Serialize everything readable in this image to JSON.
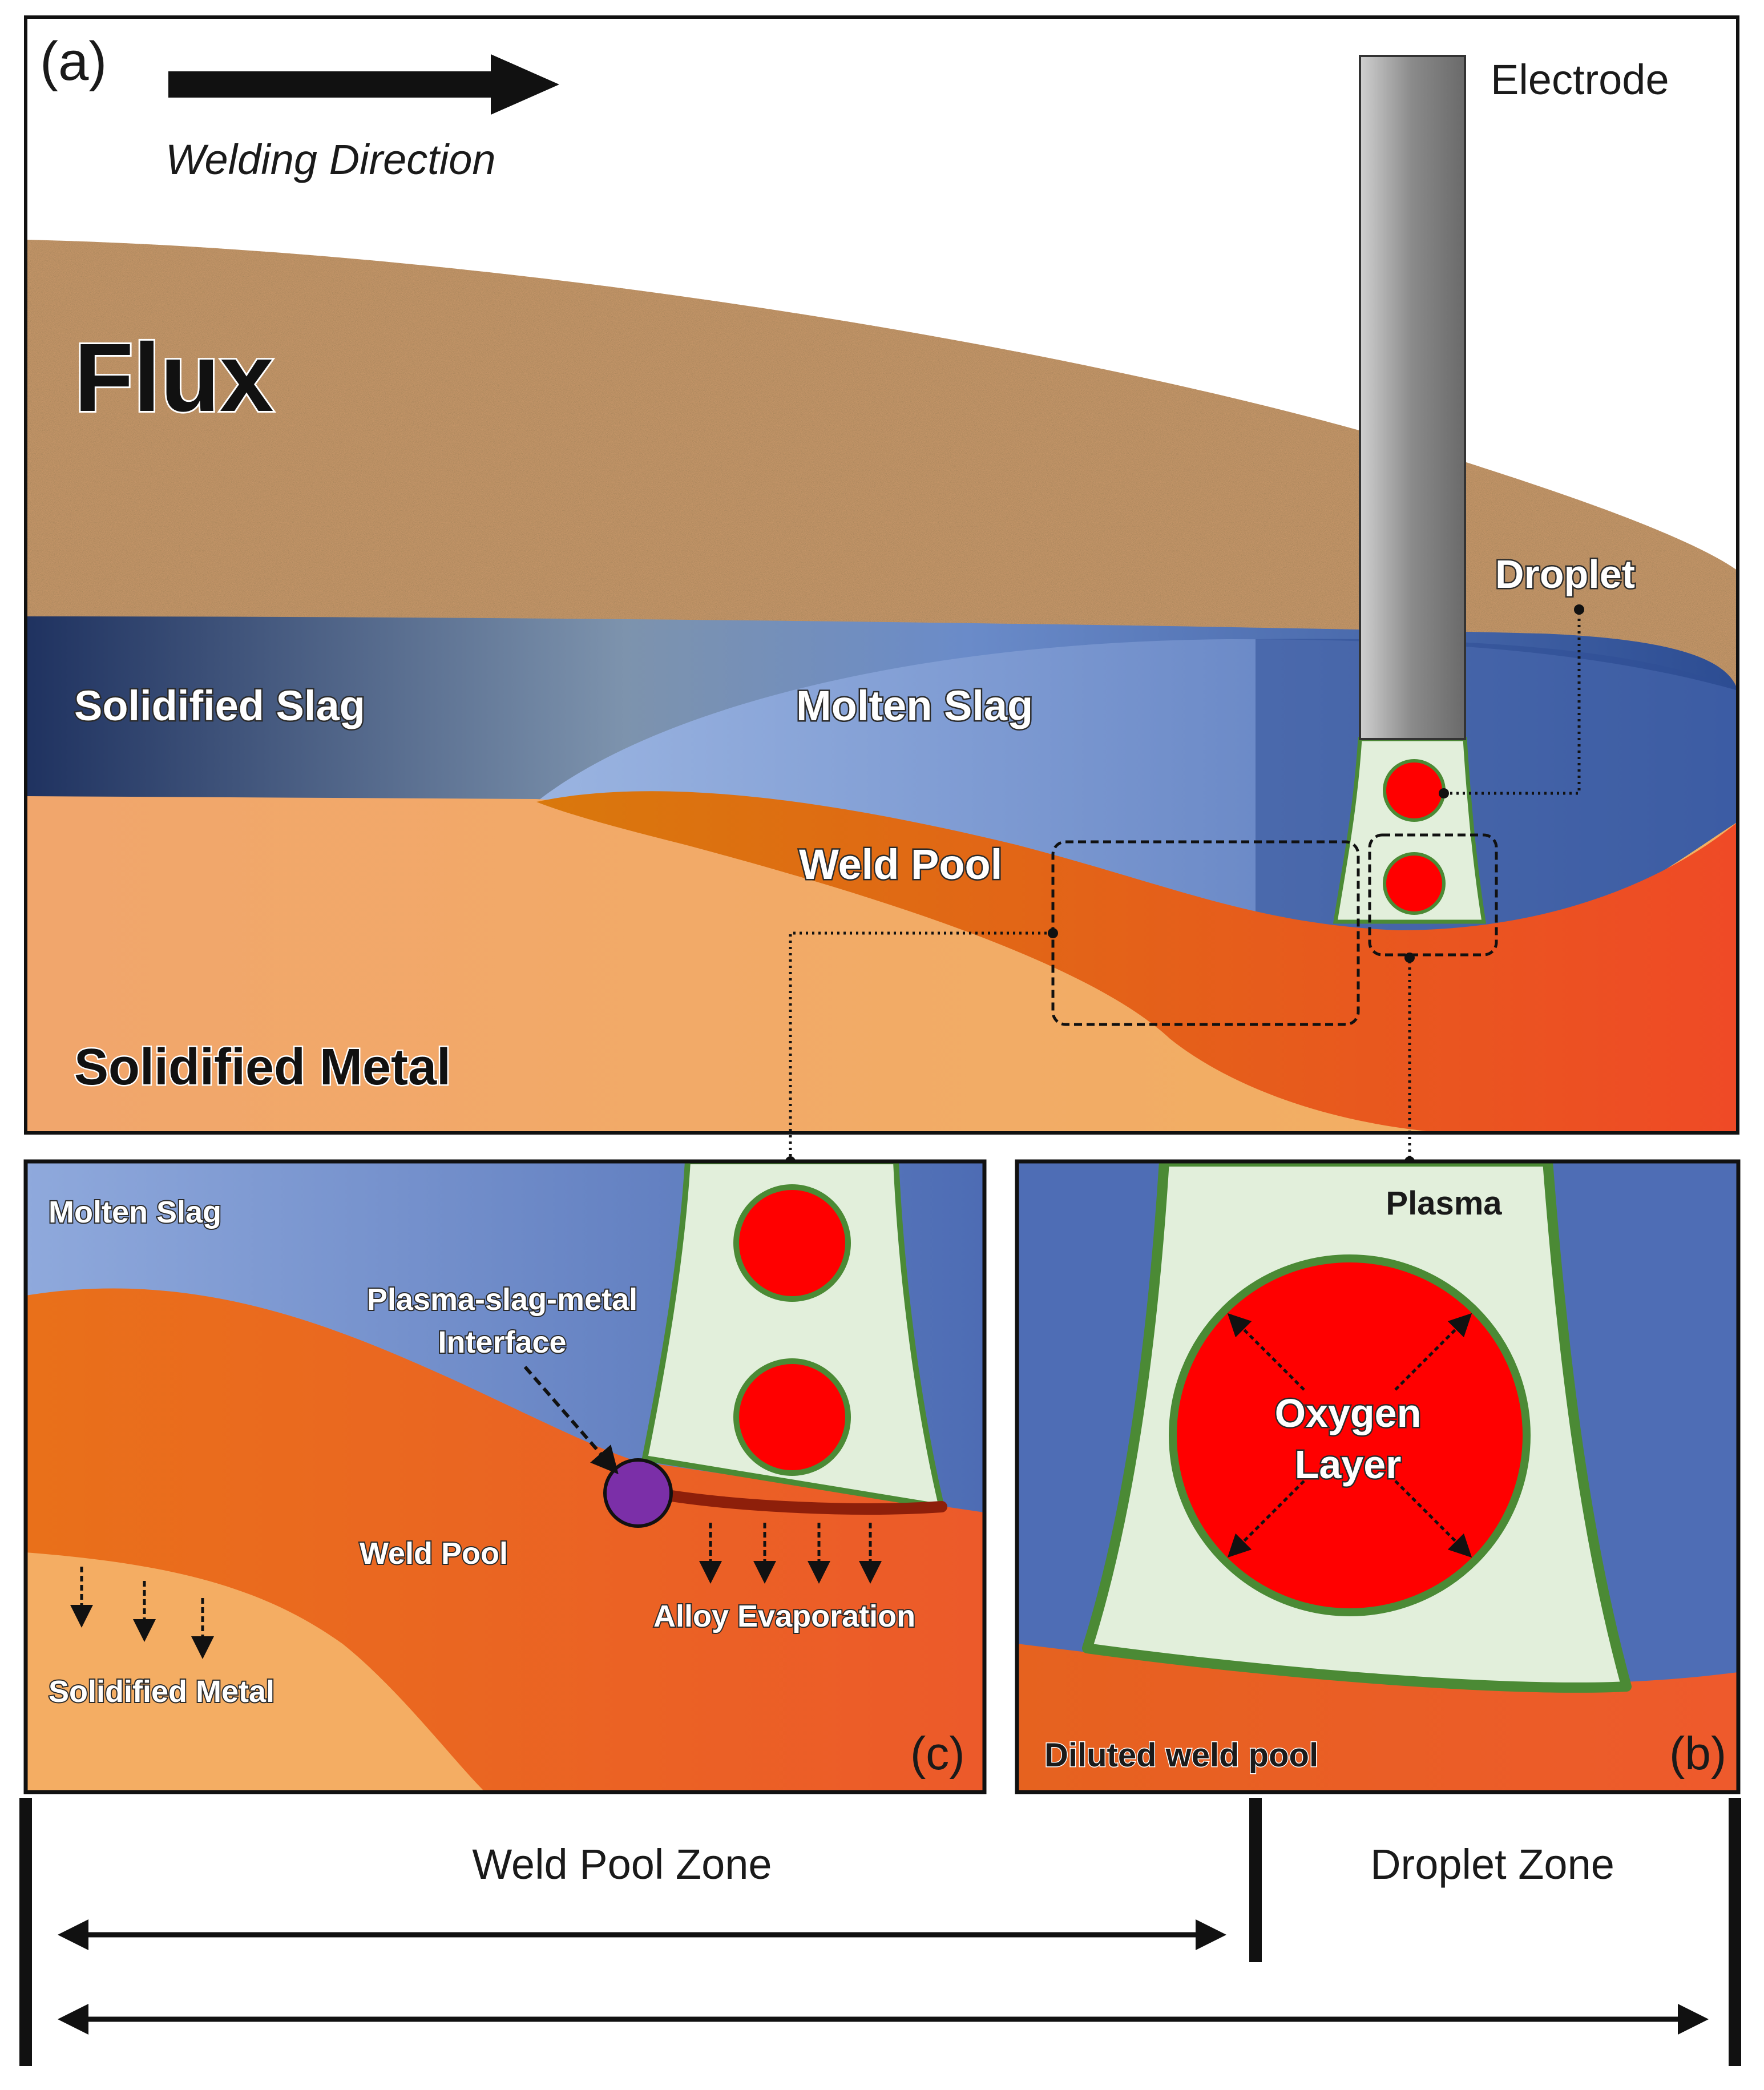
{
  "panel_a": {
    "tag": "(a)",
    "welding_direction": "Welding Direction",
    "electrode": "Electrode",
    "flux": "Flux",
    "droplet": "Droplet",
    "solidified_slag": "Solidified Slag",
    "molten_slag": "Molten Slag",
    "weld_pool": "Weld Pool",
    "solidified_metal": "Solidified Metal"
  },
  "panel_c": {
    "tag": "(c)",
    "molten_slag": "Molten Slag",
    "interface_line1": "Plasma-slag-metal",
    "interface_line2": "Interface",
    "weld_pool": "Weld Pool",
    "alloy_evaporation": "Alloy Evaporation",
    "solidified_metal": "Solidified Metal"
  },
  "panel_b": {
    "tag": "(b)",
    "plasma": "Plasma",
    "oxygen_line1": "Oxygen",
    "oxygen_line2": "Layer",
    "diluted_weld_pool": "Diluted weld pool"
  },
  "zones": {
    "weld_pool_zone": "Weld Pool Zone",
    "droplet_zone": "Droplet Zone"
  },
  "colors": {
    "flux": "#c39468",
    "solidified_slag": "#1f3260",
    "molten_slag": "#4a6fb8",
    "weld_pool": "#e56a20",
    "solidified_metal": "#f2a96b",
    "droplet": "#ff0000",
    "plasma": "#e2efdb",
    "plasma_outline": "#4b8a35",
    "interface_dot": "#7b2fa8",
    "electrode": "#8e8e8e"
  }
}
